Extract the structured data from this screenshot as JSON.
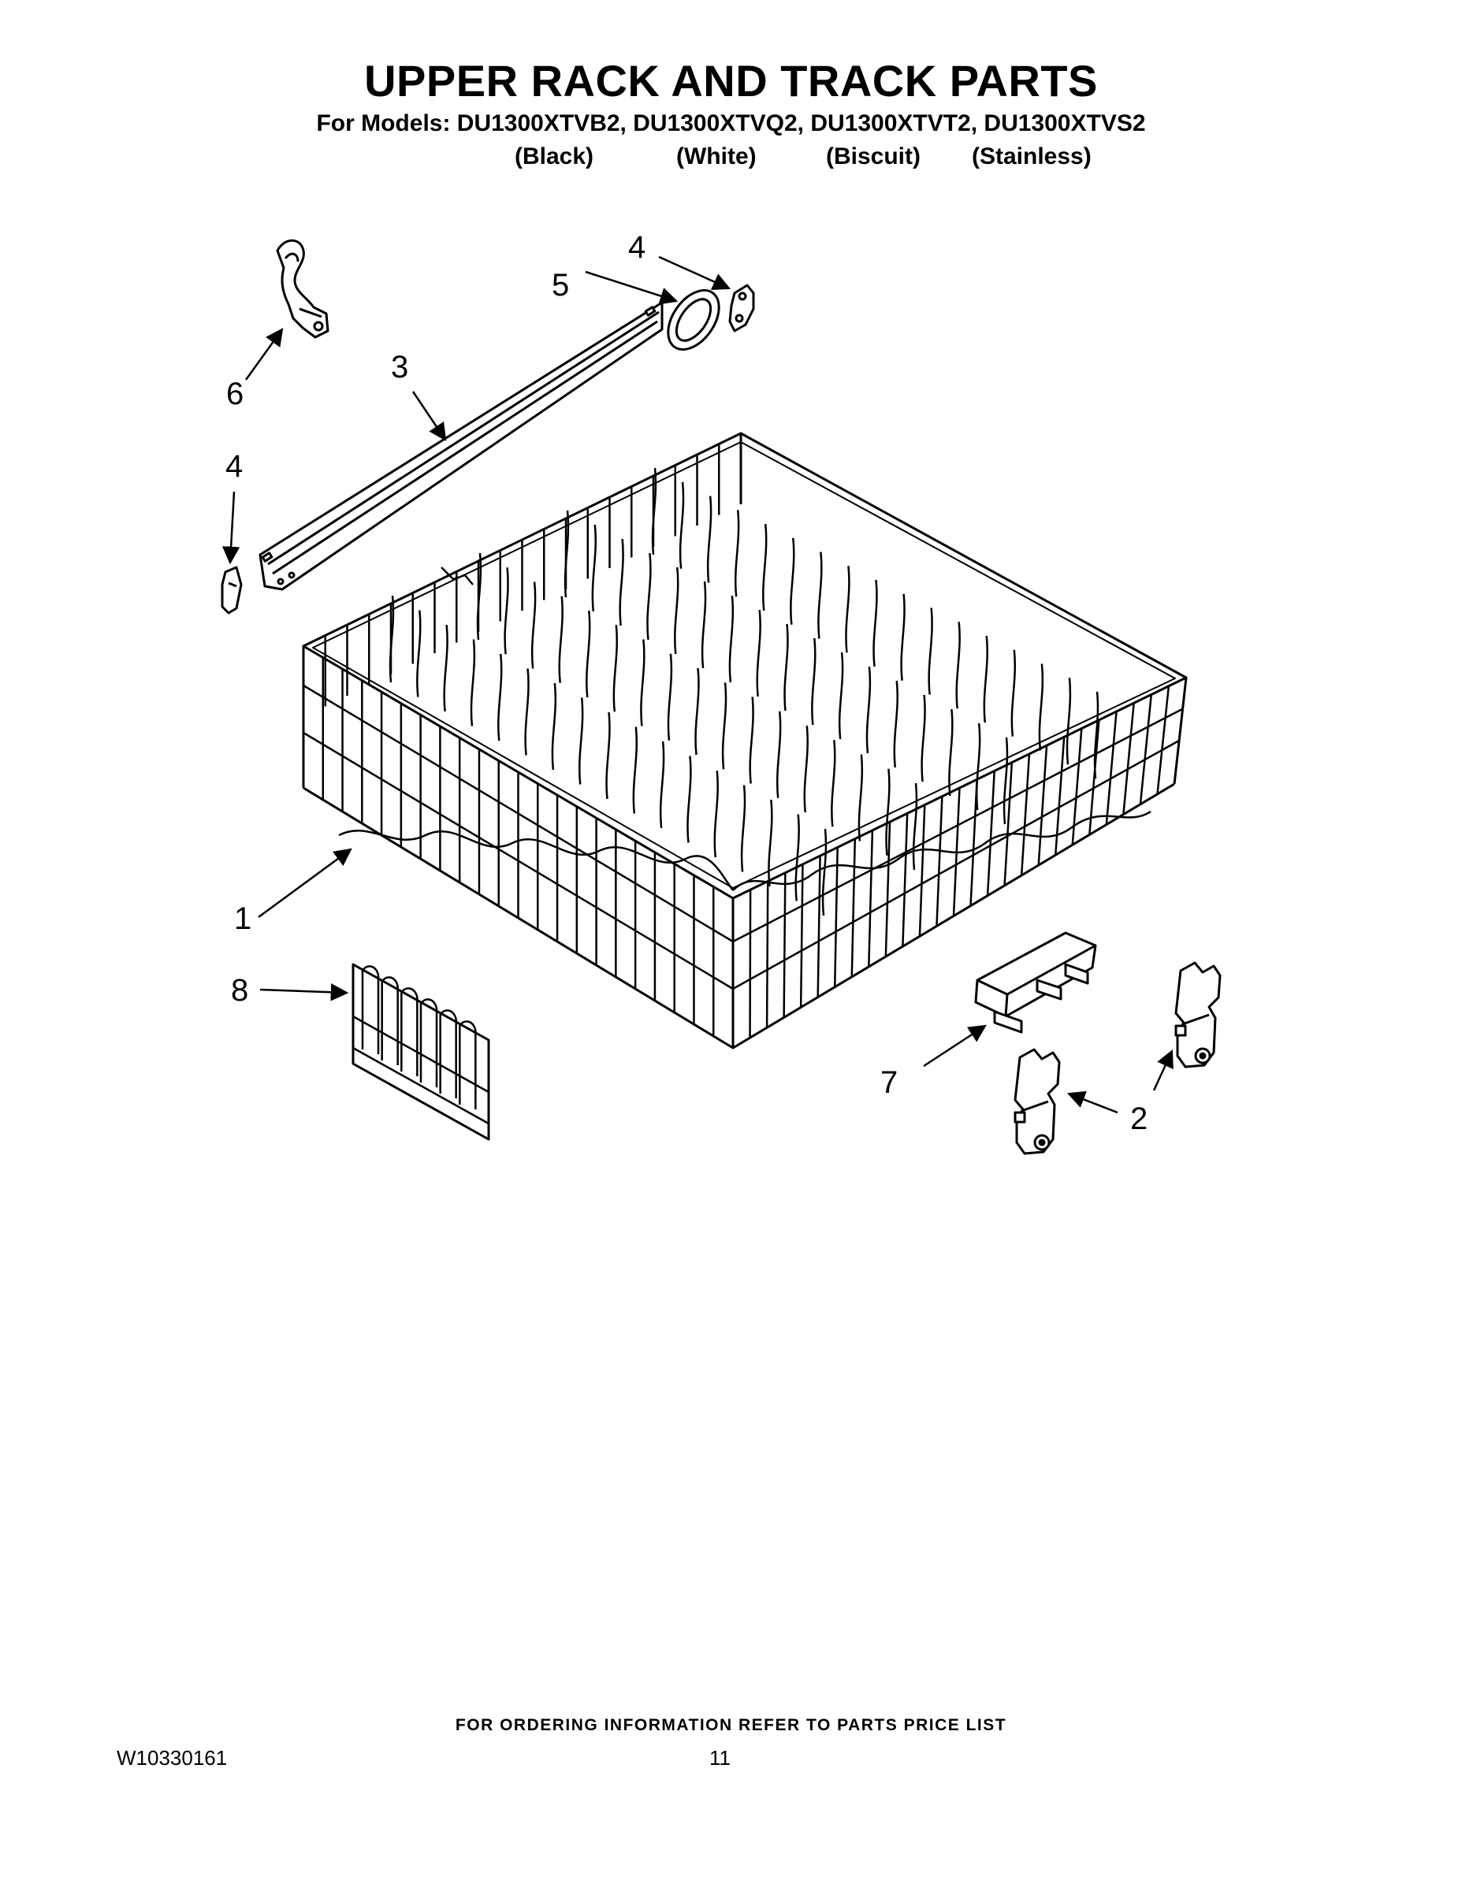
{
  "header": {
    "title": "UPPER RACK AND TRACK PARTS",
    "models_line": "For Models: DU1300XTVB2, DU1300XTVQ2, DU1300XTVT2, DU1300XTVS2",
    "colors": [
      "(Black)",
      "(White)",
      "(Biscuit)",
      "(Stainless)"
    ]
  },
  "callouts": [
    "1",
    "2",
    "3",
    "4",
    "4",
    "5",
    "6",
    "7",
    "8"
  ],
  "footer": {
    "note": "FOR ORDERING INFORMATION REFER TO PARTS PRICE LIST",
    "doc_number": "W10330161",
    "page_number": "11"
  }
}
